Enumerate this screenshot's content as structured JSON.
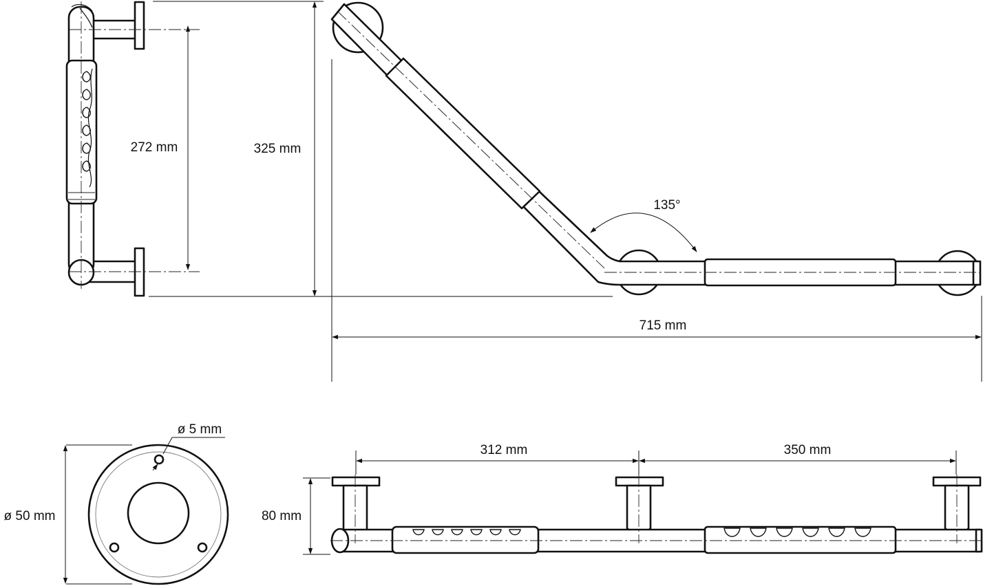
{
  "dimensions": {
    "mount_spacing_side": "272 mm",
    "overall_height": "325 mm",
    "angle": "135°",
    "overall_width": "715 mm",
    "hole_diameter": "ø 5 mm",
    "flange_diameter": "ø 50 mm",
    "projection": "80 mm",
    "span_left": "312 mm",
    "span_right": "350 mm"
  }
}
